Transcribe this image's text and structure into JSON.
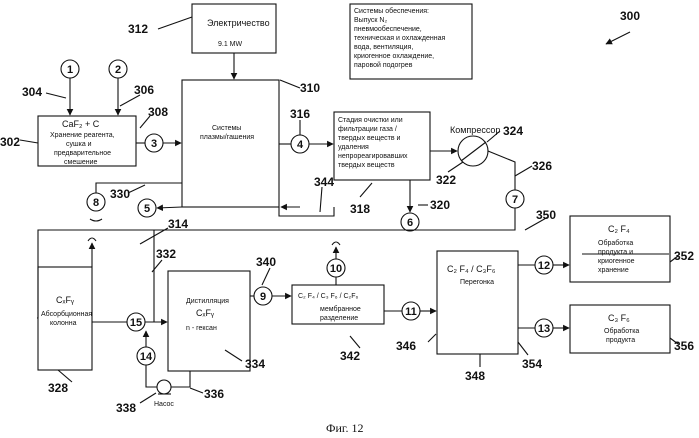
{
  "figure": {
    "number_label": "300",
    "caption": "Фиг. 12"
  },
  "nodes": [
    "1",
    "2",
    "3",
    "4",
    "5",
    "6",
    "7",
    "8",
    "9",
    "10",
    "11",
    "12",
    "13",
    "14",
    "15"
  ],
  "blocks": {
    "electricity": {
      "ref": "312",
      "lines": [
        "Электричество"
      ],
      "power": "9.1 MW"
    },
    "support": {
      "lines": [
        "Системы обеспечения:",
        "Выпуск N₂",
        "пневмообеспечение,",
        "техническая и охлажденная",
        "вода, вентиляция,",
        "криогенное охлаждение,",
        "паровой подогрев"
      ]
    },
    "storage": {
      "ref": "302",
      "formula": "CaF₂ + C",
      "lines": [
        "Хранение реагента,",
        "сушка и",
        "предварительное",
        "смешение"
      ]
    },
    "plasma": {
      "ref": "310",
      "lines": [
        "Системы",
        "плазмы/гашения"
      ]
    },
    "cleaning": {
      "ref": "318",
      "lines": [
        "Стадия очистки или",
        "фильтрации газа /",
        "твердых веществ и",
        "удаления",
        "непрореагировавших",
        "твердых веществ"
      ]
    },
    "compressor": {
      "ref": "324",
      "label": "Компрессор"
    },
    "absorber": {
      "ref": "328",
      "formula": "CₓFᵧ",
      "lines": [
        "Абсорбционная",
        "колонна"
      ]
    },
    "distillation": {
      "ref": "334",
      "lines": [
        "Дистилляция"
      ],
      "formula": "CₓFᵧ",
      "solvent": "n - гексан"
    },
    "membrane": {
      "ref": "342",
      "formula": "C₂ F₄  /  C₃ F₆ / C₂F₆",
      "lines": [
        "мембранное",
        "разделение"
      ]
    },
    "fractionation": {
      "ref": "348",
      "formula": "C₂ F₄  /  C₃F₆",
      "lines": [
        "Перегонка"
      ]
    },
    "product_c2f4": {
      "ref": "352",
      "formula": "C₂ F₄",
      "lines": [
        "Обработка",
        "продукта и",
        "криогенное",
        "хранение"
      ]
    },
    "product_c3f6": {
      "ref": "356",
      "formula": "C₃ F₆",
      "lines": [
        "Обработка",
        "продукта"
      ]
    },
    "pump": {
      "ref": "338",
      "label": "Насос"
    }
  },
  "refs": {
    "r304": "304",
    "r306": "306",
    "r308": "308",
    "r316": "316",
    "r322": "322",
    "r326": "326",
    "r330": "330",
    "r344": "344",
    "r320": "320",
    "r314": "314",
    "r350": "350",
    "r332": "332",
    "r340": "340",
    "r346": "346",
    "r354": "354",
    "r336": "336"
  }
}
